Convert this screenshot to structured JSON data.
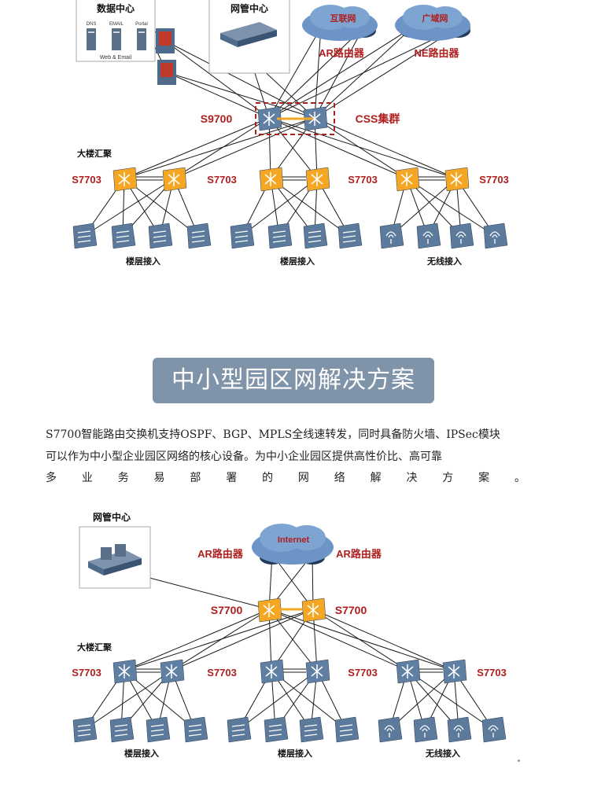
{
  "diagram1": {
    "datacenter_title": "数据中心",
    "datacenter_items": [
      "DNS",
      "EMAIL",
      "Portal"
    ],
    "datacenter_caption": "Web & Email",
    "nms_title": "网管中心",
    "cloud_left": "互联网",
    "cloud_right": "广域网",
    "router_left_label": "AR路由器",
    "router_right_label": "NE路由器",
    "core_label": "S9700",
    "cluster_label": "CSS集群",
    "agg_title": "大楼汇聚",
    "agg_labels": [
      "S7703",
      "S7703",
      "S7703",
      "S7703"
    ],
    "access_labels": [
      "楼层接入",
      "楼层接入",
      "无线接入"
    ]
  },
  "section": {
    "title": "中小型园区网解决方案",
    "paragraph_lines": [
      "S7700智能路由交换机支持OSPF、BGP、MPLS全线速转发，同时具备防火墙、IPSec模块",
      "可以作为中小型企业园区网络的核心设备。为中小企业园区提供高性价比、高可靠",
      "多业务易部署的网络解决方案。"
    ]
  },
  "diagram2": {
    "nms_title": "网管中心",
    "cloud_label": "Internet",
    "router_left_label": "AR路由器",
    "router_right_label": "AR路由器",
    "core_left_label": "S7700",
    "core_right_label": "S7700",
    "agg_title": "大楼汇聚",
    "agg_labels": [
      "S7703",
      "S7703",
      "S7703",
      "S7703"
    ],
    "access_labels": [
      "楼层接入",
      "楼层接入",
      "无线接入"
    ]
  },
  "colors": {
    "label_red": "#b01e1e",
    "core_orange": "#f5a623",
    "device_blue": "#4e6b8c",
    "banner": "#7f93a9"
  }
}
